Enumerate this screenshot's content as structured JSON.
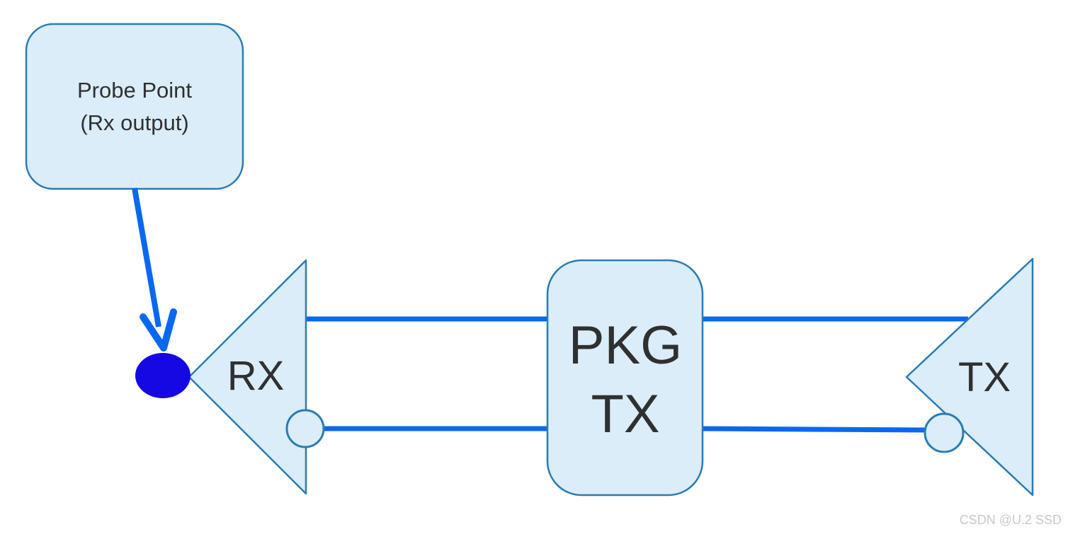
{
  "colors": {
    "canvas_bg": "#ffffff",
    "shape_fill": "#daedf9",
    "shape_stroke": "#2b7bb2",
    "wire": "#0a68f0",
    "probe_dot": "#1508e3",
    "label_text": "#303030",
    "watermark_text": "#c9c9c9"
  },
  "probe_box": {
    "line1": "Probe Point",
    "line2": "(Rx output)"
  },
  "rx": {
    "label": "RX"
  },
  "pkg": {
    "line1": "PKG",
    "line2": "TX"
  },
  "tx": {
    "label": "TX"
  },
  "watermark": "CSDN @U.2 SSD"
}
